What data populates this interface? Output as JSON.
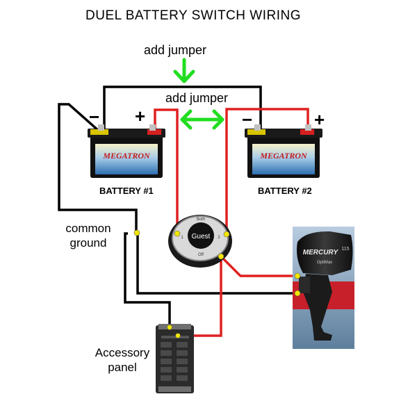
{
  "diagram": {
    "title": "DUEL BATTERY SWITCH WIRING",
    "jumper_top_label": "add jumper",
    "jumper_mid_label": "add jumper",
    "battery1": {
      "label": "BATTERY #1",
      "brand": "MEGATRON",
      "negative_sign": "−",
      "positive_sign": "+"
    },
    "battery2": {
      "label": "BATTERY #2",
      "brand": "MEGATRON",
      "negative_sign": "−",
      "positive_sign": "+"
    },
    "switch": {
      "center_label": "Guest",
      "pos_both": "Both",
      "pos_1": "1",
      "pos_2": "2",
      "pos_off": "Off"
    },
    "motor": {
      "brand": "MERCURY",
      "model": "OptiMax",
      "hp": "115"
    },
    "common_ground_line1": "common",
    "common_ground_line2": "ground",
    "accessory_line1": "Accessory",
    "accessory_line2": "panel",
    "colors": {
      "positive_wire": "#e02020",
      "negative_wire": "#000000",
      "jumper_arrow": "#22dd22",
      "junction": "#f2e600"
    }
  }
}
